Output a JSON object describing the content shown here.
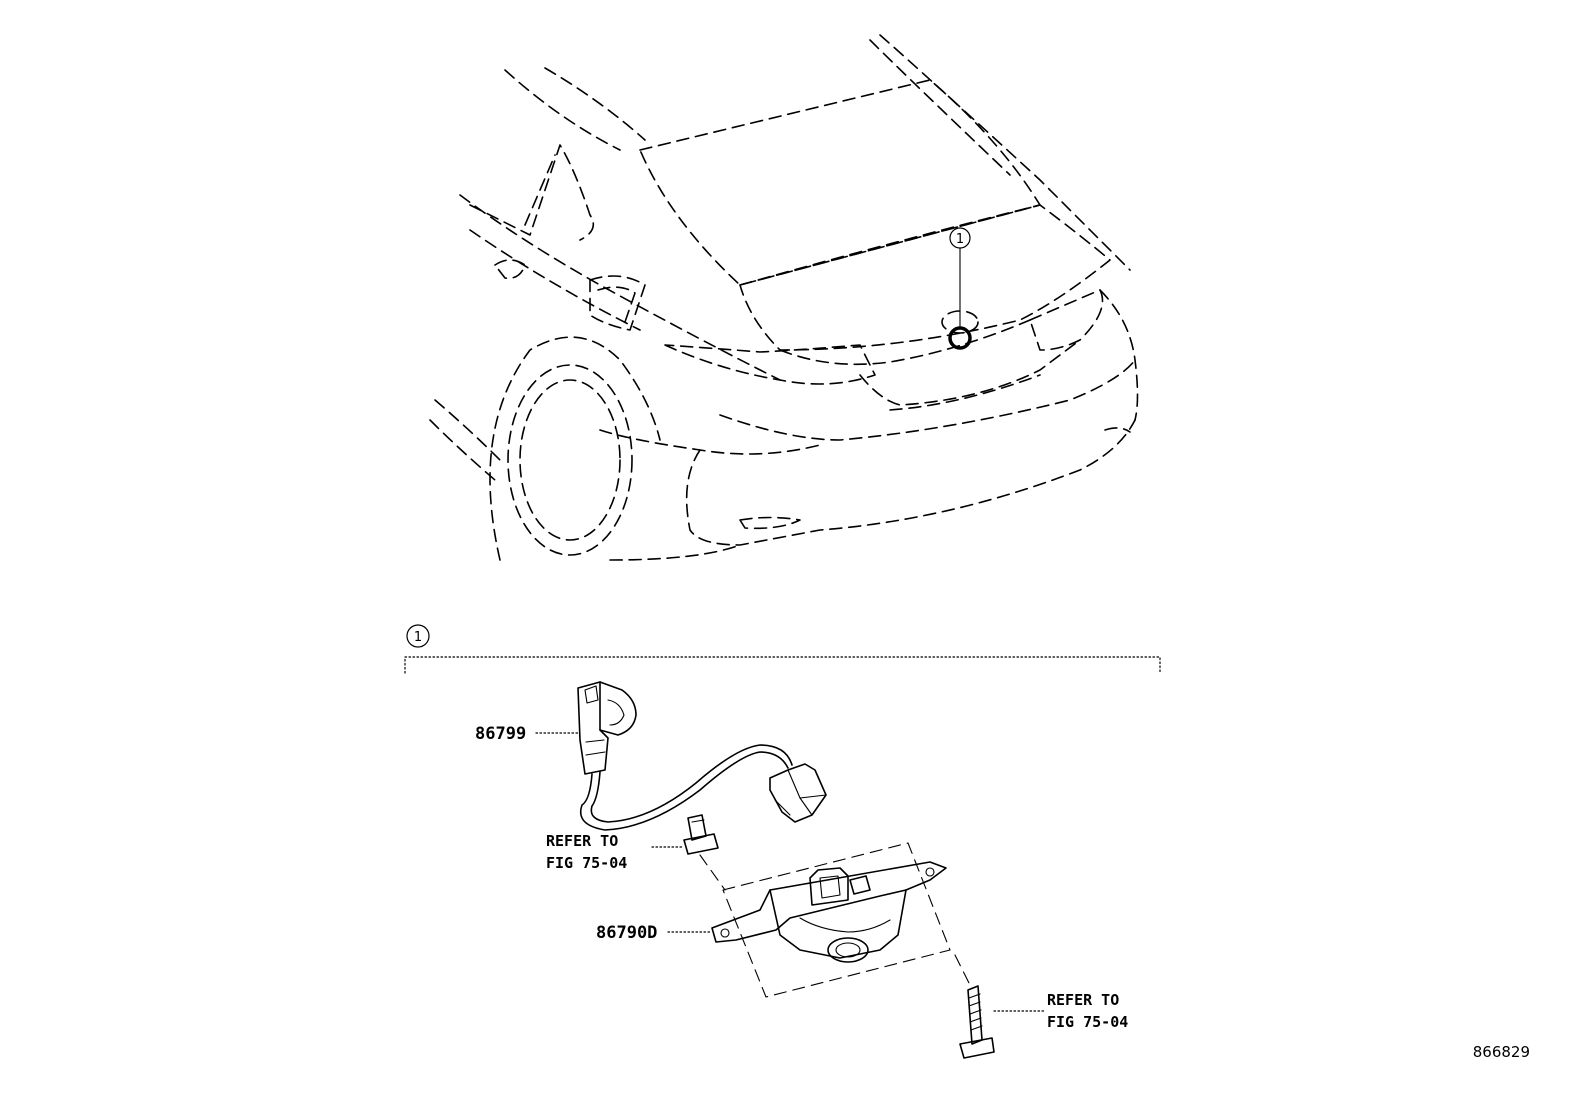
{
  "callouts": {
    "car_callout": "1",
    "group_callout": "1"
  },
  "parts": {
    "wire_harness": "86799",
    "camera": "86790D"
  },
  "references": {
    "clip_line1": "REFER TO",
    "clip_line2": "FIG 75-04",
    "bolt_line1": "REFER TO",
    "bolt_line2": "FIG 75-04"
  },
  "figure_id": "866829"
}
